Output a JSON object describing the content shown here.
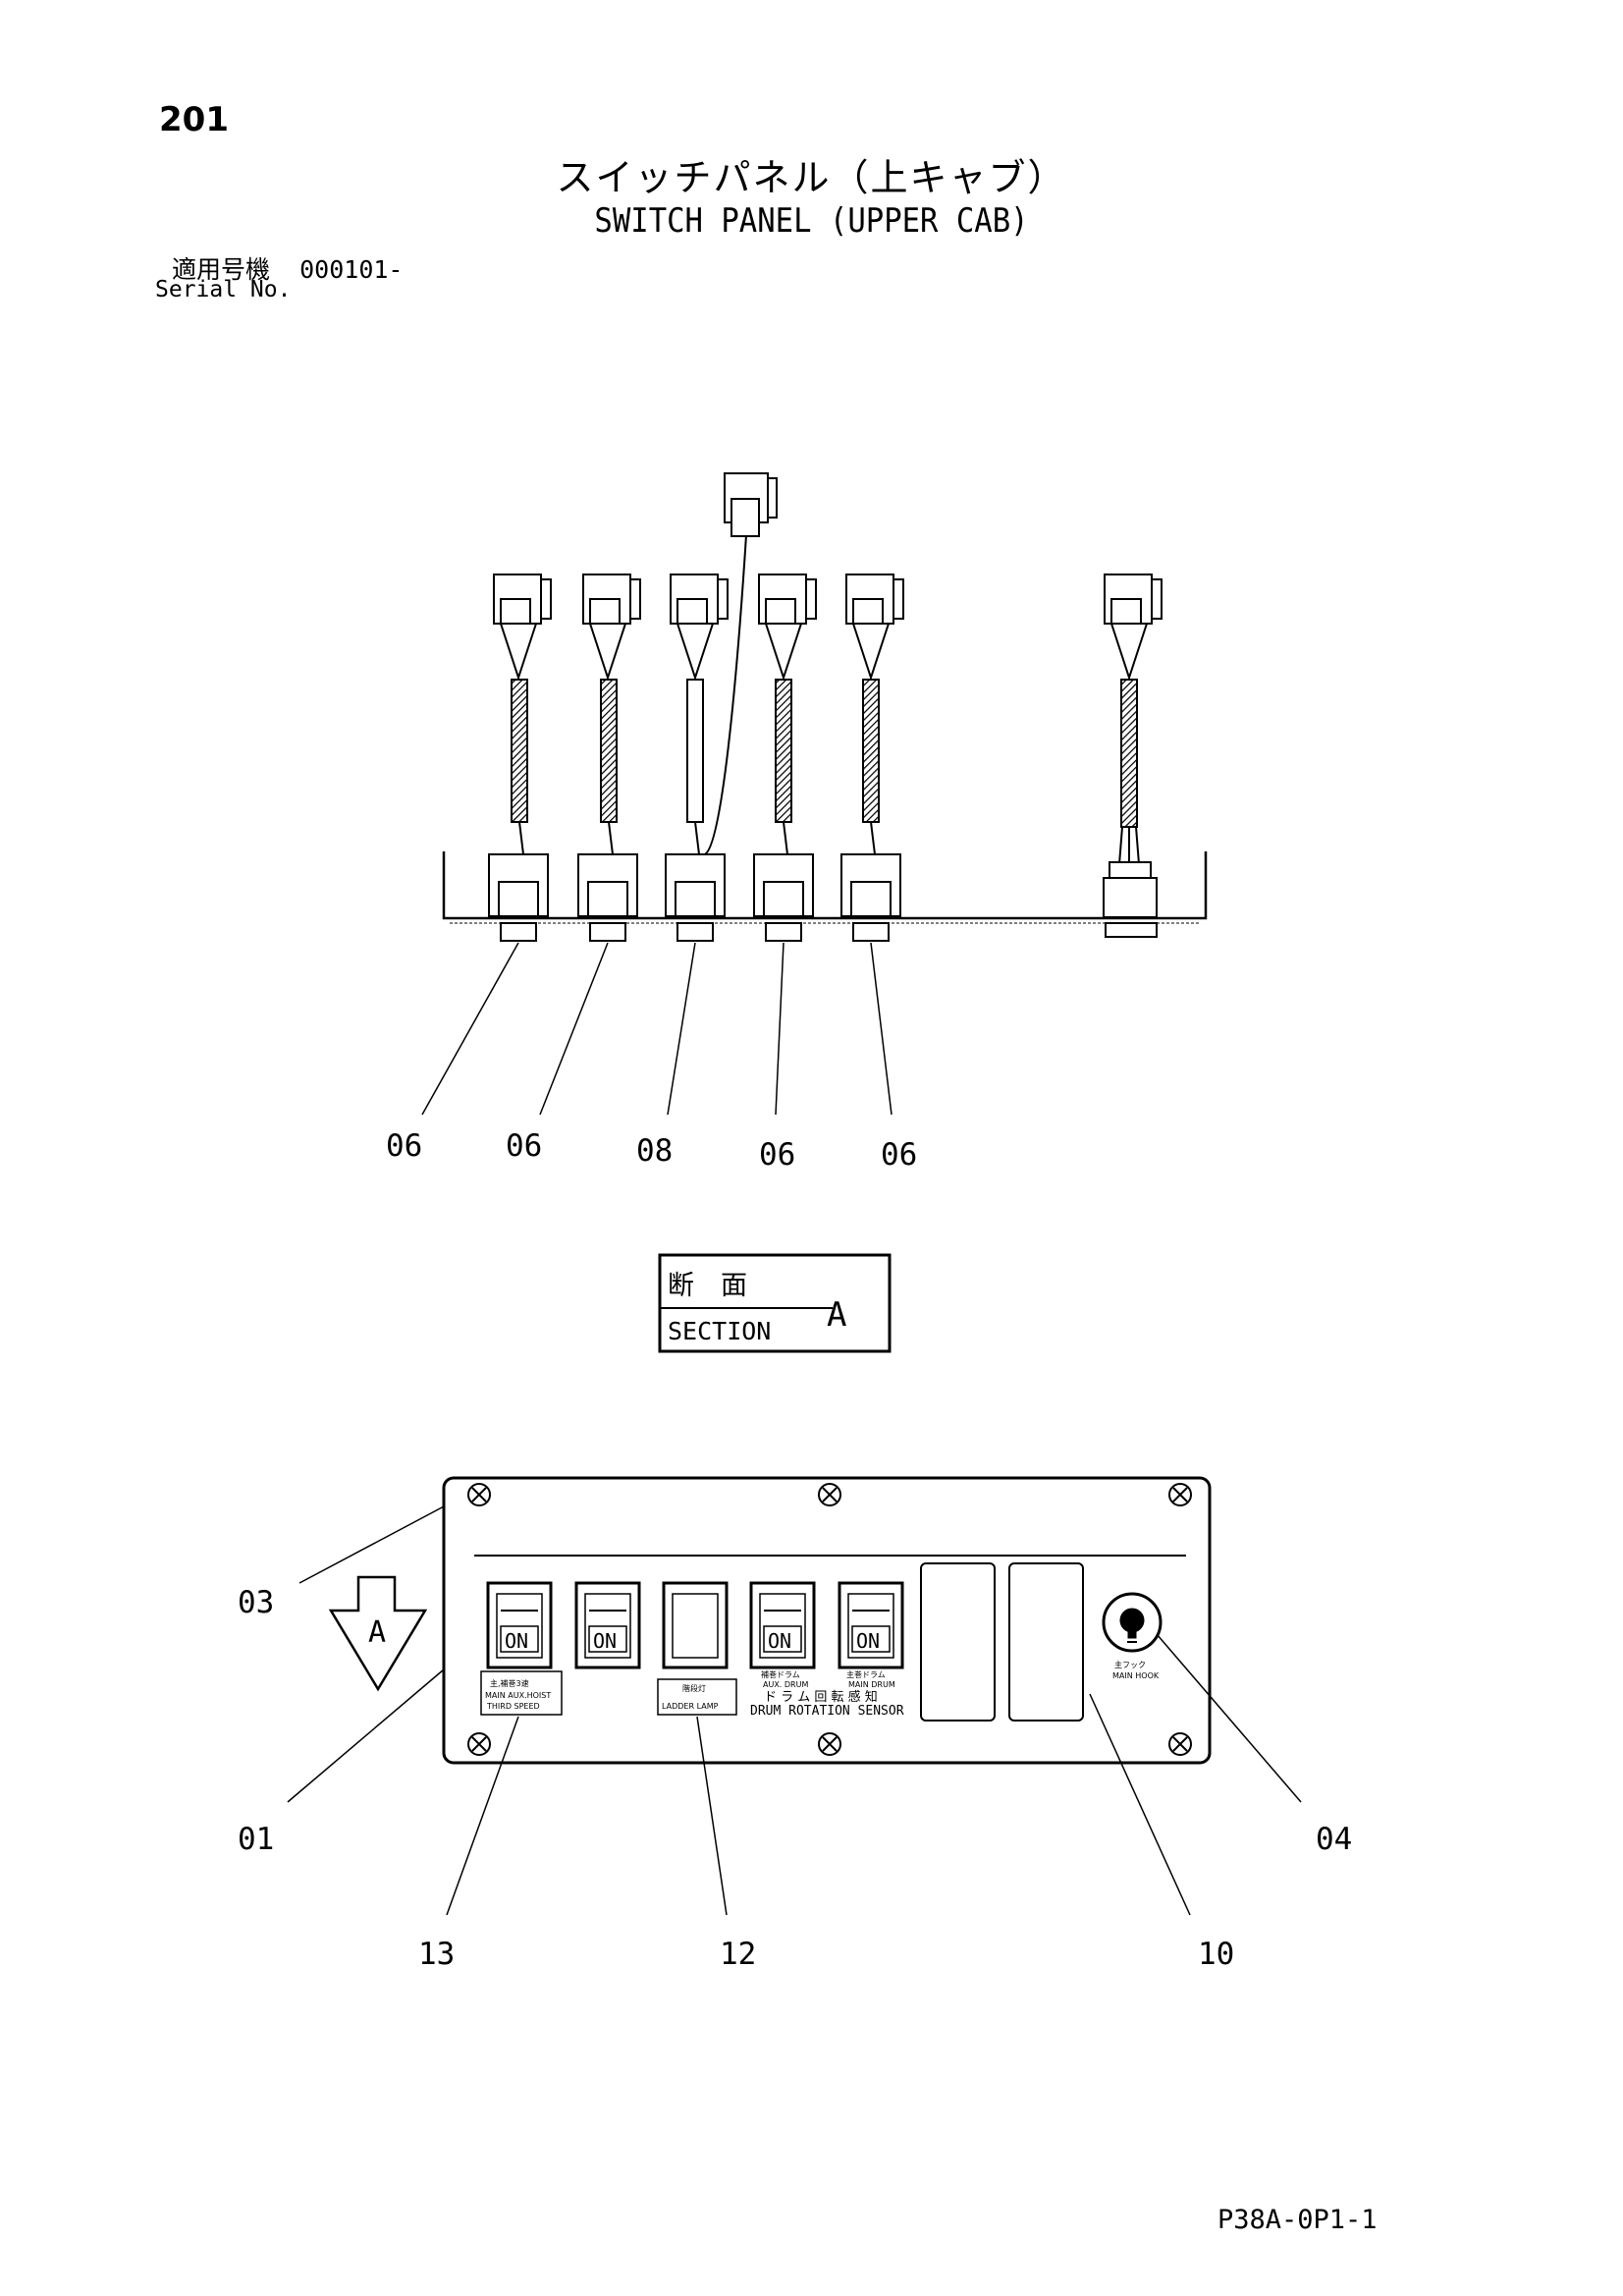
{
  "page_number": "201",
  "title_jp": "スイッチパネル（上キャブ）",
  "title_en": "SWITCH PANEL (UPPER CAB)",
  "serial_label_jp": "適用号機",
  "serial_value": "000101-",
  "serial_label_en": "Serial No.",
  "section_box": {
    "jp": "断　面",
    "en": "SECTION",
    "letter": "A"
  },
  "view_arrow_letter": "A",
  "top_callouts": [
    "06",
    "06",
    "08",
    "06",
    "06"
  ],
  "bottom_callouts": {
    "left_top": "03",
    "left_bottom": "01",
    "right": "04",
    "under_1": "13",
    "under_2": "12",
    "under_3": "10"
  },
  "switch_on_label": "ON",
  "panel_labels": {
    "s1_jp": "主,補巻3速",
    "s1_en1": "MAIN AUX.HOIST",
    "s1_en2": "THIRD SPEED",
    "s3_jp": "階段灯",
    "s3_en": "LADDER LAMP",
    "s4_jp": "補巻ドラム",
    "s4_en": "AUX. DRUM",
    "s5_jp": "主巻ドラム",
    "s5_en": "MAIN DRUM",
    "sensor_jp": "ド ラ ム 回 転 感 知",
    "sensor_en": "DRUM ROTATION SENSOR",
    "hook_jp": "主フック",
    "hook_en": "MAIN HOOK"
  },
  "footer_code": "P38A-0P1-1"
}
